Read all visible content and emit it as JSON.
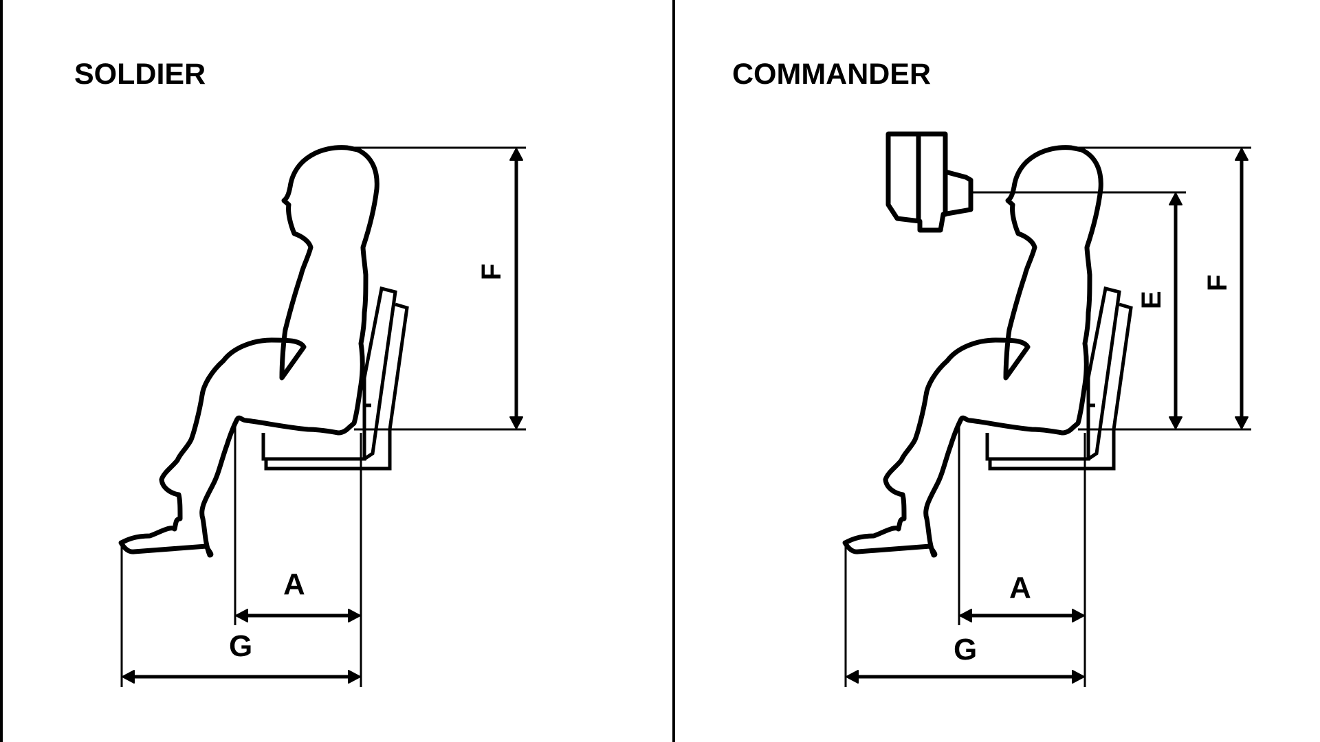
{
  "panels": [
    {
      "title": "SOLDIER",
      "dimensions": {
        "a": "A",
        "g": "G",
        "f": "F"
      }
    },
    {
      "title": "COMMANDER",
      "dimensions": {
        "a": "A",
        "g": "G",
        "e": "E",
        "f": "F"
      }
    }
  ],
  "icons": {
    "figure": "seated-person-icon",
    "seat": "seat-icon",
    "periscope": "periscope-icon"
  }
}
